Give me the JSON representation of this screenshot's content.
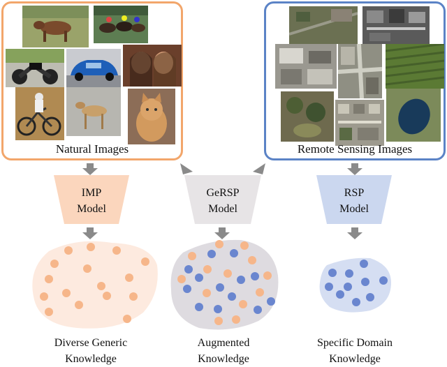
{
  "panels": {
    "natural": {
      "caption": "Natural Images",
      "images": [
        "cow-photo",
        "horse-race-photo",
        "motorcycle-photo",
        "car-photo",
        "girls-photo",
        "cyclist-photo",
        "dog-photo",
        "cat-photo"
      ]
    },
    "remote": {
      "caption": "Remote Sensing Images",
      "images": [
        "aerial-city-1",
        "aerial-city-2",
        "aerial-buildings",
        "aerial-intersection",
        "aerial-farmland",
        "aerial-trees",
        "aerial-residential",
        "aerial-lake"
      ]
    }
  },
  "models": [
    {
      "id": "imp",
      "line1": "IMP",
      "line2": "Model",
      "color": "#fbd6bd"
    },
    {
      "id": "gersp",
      "line1": "GeRSP",
      "line2": "Model",
      "color": "#e7e4e6"
    },
    {
      "id": "rsp",
      "line1": "RSP",
      "line2": "Model",
      "color": "#cbd7ef"
    }
  ],
  "knowledge": [
    {
      "id": "diverse",
      "line1": "Diverse Generic",
      "line2": "Knowledge"
    },
    {
      "id": "augmented",
      "line1": "Augmented",
      "line2": "Knowledge"
    },
    {
      "id": "specific",
      "line1": "Specific Domain",
      "line2": "Knowledge"
    }
  ],
  "colors": {
    "natural_border": "#f2a66b",
    "remote_border": "#5b83c6",
    "orange_dot": "#f6b68a",
    "blue_dot": "#6a86cf",
    "arrow": "#8a8a8a",
    "blob_diverse": "#fdeadf",
    "blob_augmented": "#dedbe0",
    "blob_specific": "#d5def2"
  }
}
